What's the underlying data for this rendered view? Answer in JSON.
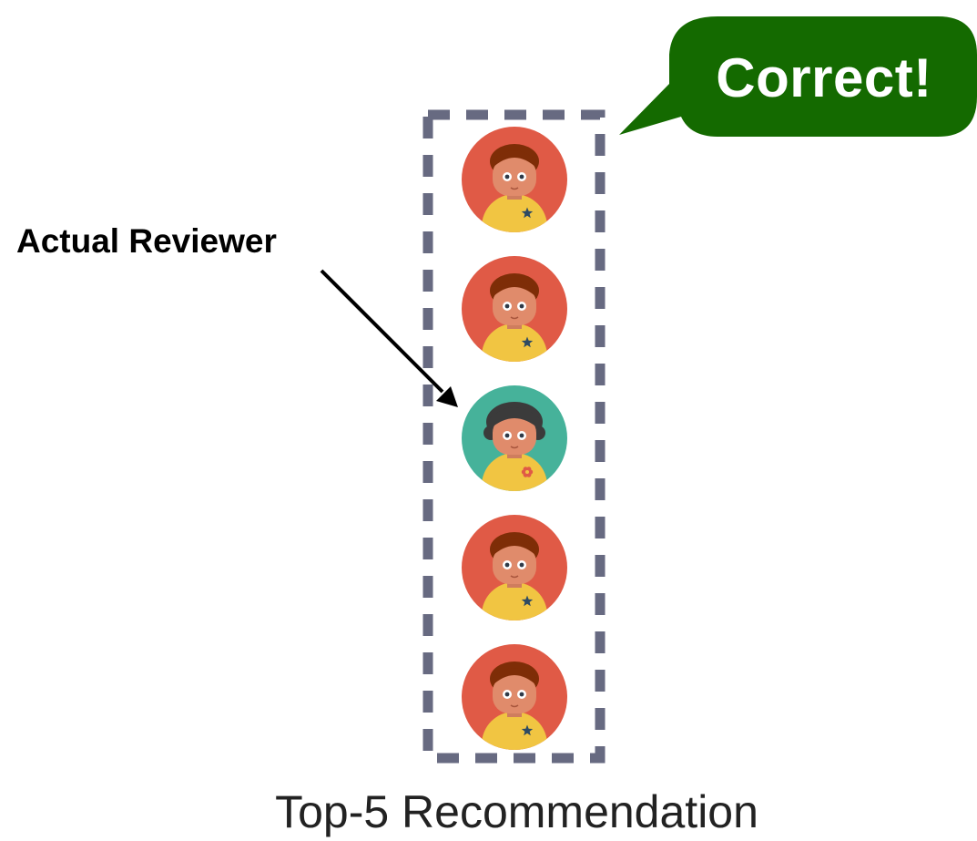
{
  "speech_bubble": {
    "text": "Correct!",
    "fill": "#146a00"
  },
  "annotation": {
    "label": "Actual Reviewer"
  },
  "caption": "Top-5 Recommendation",
  "box_color": "#676a81",
  "avatars": [
    {
      "bg": "#e05a46",
      "hair": "#7e2d07",
      "badge": "star-icon",
      "badge_color": "#2e4a63"
    },
    {
      "bg": "#e05a46",
      "hair": "#7e2d07",
      "badge": "star-icon",
      "badge_color": "#2e4a63"
    },
    {
      "bg": "#46b29a",
      "hair": "#3b3b3b",
      "badge": "flower-icon",
      "badge_color": "#e05a46",
      "highlighted": true
    },
    {
      "bg": "#e05a46",
      "hair": "#7e2d07",
      "badge": "star-icon",
      "badge_color": "#2e4a63"
    },
    {
      "bg": "#e05a46",
      "hair": "#7e2d07",
      "badge": "star-icon",
      "badge_color": "#2e4a63"
    }
  ]
}
